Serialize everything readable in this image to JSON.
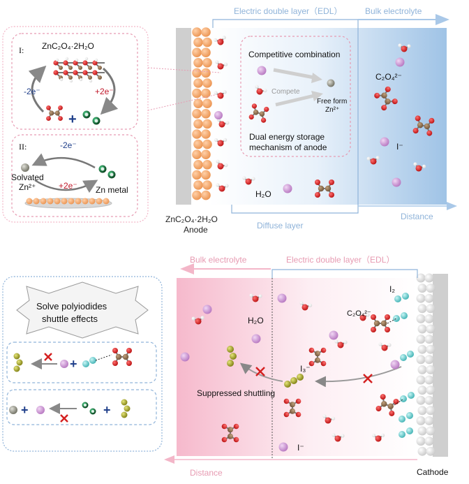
{
  "top_panel": {
    "edl_label": "Electric double layer（EDL）",
    "bulk_label": "Bulk electrolyte",
    "diffuse_label": "Diffuse layer",
    "distance_label": "Distance",
    "anode_formula": "ZnC₂O₄·2H₂O",
    "anode_label": "Anode",
    "competitive_title": "Competitive combination",
    "compete_label": "Compete",
    "free_form_label": "Free form",
    "free_form_ion": "Zn²⁺",
    "dual_energy_line1": "Dual energy storage",
    "dual_energy_line2": "mechanism of anode",
    "oxalate_label": "C₂O₄²⁻",
    "iodide_label": "I⁻",
    "water_label": "H₂O"
  },
  "left_inset": {
    "stage1_numeral": "I:",
    "stage1_formula": "ZnC₂O₄·2H₂O",
    "stage1_minus": "-2e⁻",
    "stage1_plus": "+2e⁻",
    "stage2_numeral": "II:",
    "stage2_minus": "-2e⁻",
    "stage2_plus": "+2e⁻",
    "solvated_label": "Solvated",
    "solvated_ion": "Zn²⁺",
    "zn_metal_label": "Zn metal"
  },
  "bottom_panel": {
    "bulk_label": "Bulk electrolyte",
    "edl_label": "Electric double layer（EDL）",
    "distance_label": "Distance",
    "cathode_label": "Cathode",
    "i2_label": "I₂",
    "oxalate_label": "C₂O₄²⁻",
    "water_label": "H₂O",
    "i3_label": "I₃⁻",
    "iodide_label": "I⁻",
    "suppressed_label": "Suppressed shuttling"
  },
  "bottom_left": {
    "badge_line1": "Solve polyiodides",
    "badge_line2": "shuttle effects"
  },
  "colors": {
    "edl_blue": "#8fb3d9",
    "bulk_blue": "#a9c8e8",
    "pink": "#e79bb2",
    "anode_orange": "#f0a76a",
    "cathode_grey": "#d9d9d9",
    "iodide_purple": "#c98fd0",
    "oxygen_red": "#d42020",
    "carbon_brown": "#8a6a4a",
    "zinc_green": "#0d5a2b",
    "iodine_teal": "#5ecfd0",
    "polyiodide_olive": "#a0a020",
    "cross_red": "#d42020"
  }
}
